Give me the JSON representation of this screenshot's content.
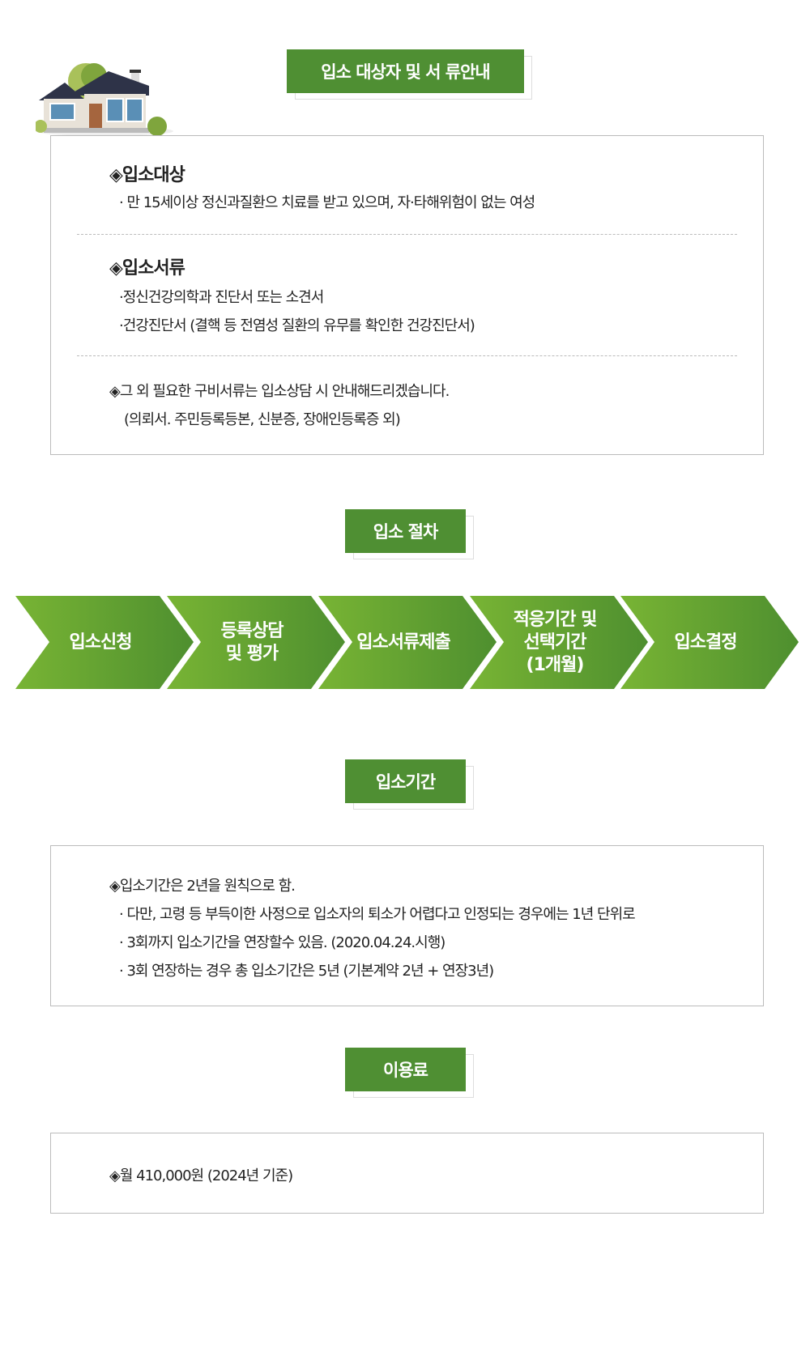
{
  "section1": {
    "title": "입소 대상자 및 서 류안내",
    "target_heading": "◈입소대상",
    "target_line": "· 만 15세이상 정신과질환으 치료를 받고 있으며, 자·타해위험이 없는 여성",
    "docs_heading": "◈입소서류",
    "docs_lines": [
      "·정신건강의학과 진단서 또는 소견서",
      "·건강진단서 (결핵 등 전염성 질환의 유무를 확인한 건강진단서)"
    ],
    "other_line": "◈그 외 필요한 구비서류는 입소상담 시 안내해드리겠습니다.",
    "other_sub": "(의뢰서. 주민등록등본, 신분증, 장애인등록증 외)"
  },
  "section2": {
    "title": "입소 절차",
    "steps": [
      "입소신청",
      "등록상담\n및 평가",
      "입소서류제출",
      "적응기간 및\n선택기간\n(1개월)",
      "입소결정"
    ]
  },
  "section3": {
    "title": "입소기간",
    "lines": [
      "◈입소기간은 2년을 원칙으로 함.",
      "· 다만, 고령 등 부득이한 사정으로 입소자의 퇴소가 어렵다고 인정되는 경우에는 1년 단위로",
      "· 3회까지 입소기간을 연장할수 있음. (2020.04.24.시행)",
      "· 3회 연장하는 경우 총 입소기간은  5년 (기본계약 2년 + 연장3년)"
    ]
  },
  "section4": {
    "title": "이용료",
    "line": "◈월 410,000원 (2024년 기준)"
  },
  "colors": {
    "accent": "#4f8f33"
  }
}
